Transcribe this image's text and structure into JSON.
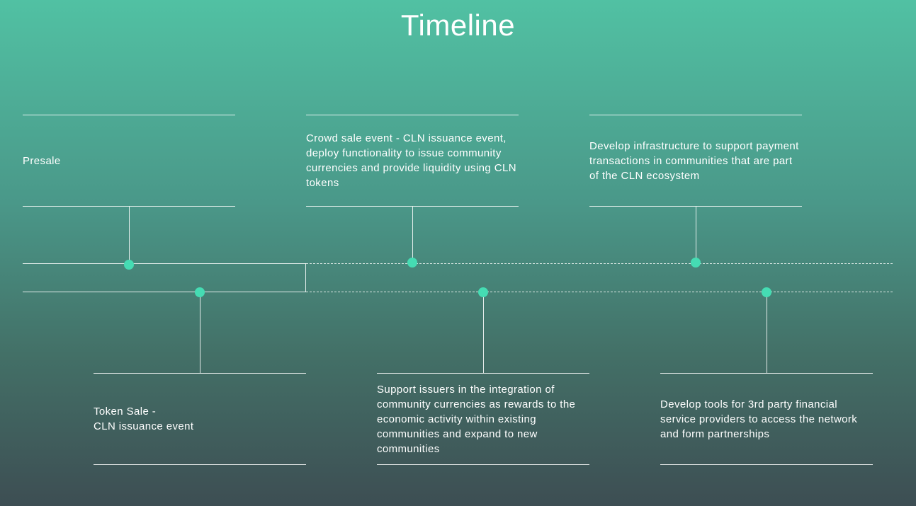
{
  "title": "Timeline",
  "milestones": [
    {
      "label": "Presale",
      "status": "completed",
      "track": "top"
    },
    {
      "label": "Token Sale -\nCLN issuance event",
      "status": "completed",
      "track": "bottom"
    },
    {
      "label": "Crowd sale event - CLN issuance event, deploy functionality to issue community currencies and provide liquidity using CLN tokens",
      "status": "planned",
      "track": "top"
    },
    {
      "label": "Support issuers in the integration of community currencies as rewards to the economic activity within existing communities and expand to new communities",
      "status": "planned",
      "track": "bottom"
    },
    {
      "label": "Develop infrastructure to support payment transactions in communities that are part of the CLN ecosystem",
      "status": "planned",
      "track": "top"
    },
    {
      "label": "Develop tools for 3rd party financial service providers to access the network and form partnerships",
      "status": "planned",
      "track": "bottom"
    }
  ],
  "colors": {
    "dot": "#45dcb3",
    "gradient_top": "#51c1a3",
    "gradient_bottom": "#3d4e53"
  }
}
